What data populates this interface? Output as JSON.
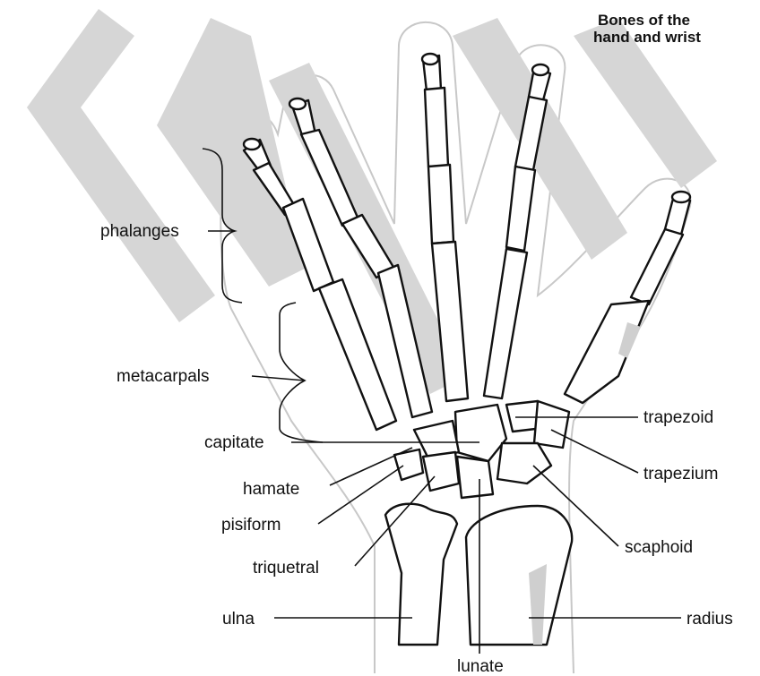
{
  "title": {
    "line1": "Bones of the",
    "line2": "hand and wrist"
  },
  "labels": {
    "phalanges": "phalanges",
    "metacarpals": "metacarpals",
    "capitate": "capitate",
    "hamate": "hamate",
    "pisiform": "pisiform",
    "triquetral": "triquetral",
    "ulna": "ulna",
    "lunate": "lunate",
    "trapezoid": "trapezoid",
    "trapezium": "trapezium",
    "scaphoid": "scaphoid",
    "radius": "radius"
  },
  "colors": {
    "line": "#111111",
    "skin_outline": "#c8c8c8",
    "shading": "#cfcfcf",
    "watermark": "#d6d6d6"
  }
}
